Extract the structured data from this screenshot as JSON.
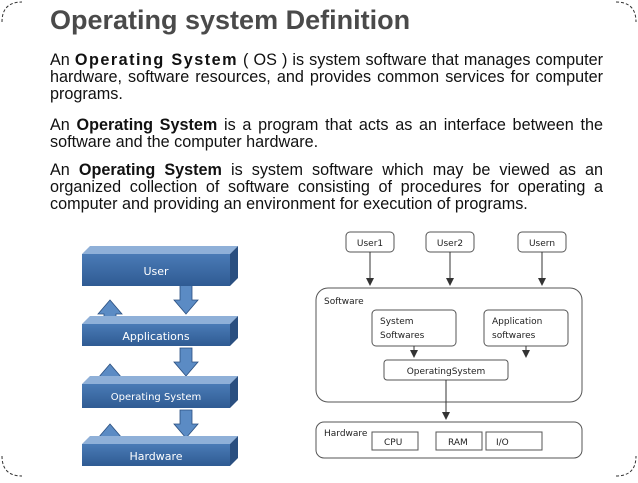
{
  "slide": {
    "title": "Operating system Definition",
    "paragraphs": [
      {
        "before": "An ",
        "bold": "Operating System",
        "after": " ( OS ) is system software that manages computer hardware, software resources, and provides common services for computer programs."
      },
      {
        "before": "An ",
        "bold": "Operating System",
        "after": " is a program that acts as an interface between the software and the computer hardware."
      },
      {
        "before": "An ",
        "bold": "Operating System",
        "after": " is system software which may be viewed as an organized collection of software consisting of procedures for operating a computer and providing an environment for execution of programs."
      }
    ]
  },
  "stack_diagram": {
    "layers": [
      "User",
      "Applications",
      "Operating System",
      "Hardware"
    ],
    "colors": {
      "face": "#3f6fa9",
      "top": "#7fa2cf",
      "side": "#2a4f80",
      "arrow": "#4f7fb8"
    }
  },
  "flow_diagram": {
    "users": [
      "User1",
      "User2",
      "Usern"
    ],
    "software_label": "Software",
    "system_softwares": [
      "System",
      "Softwares"
    ],
    "application_softwares": [
      "Application",
      "softwares"
    ],
    "operating_system": "OperatingSystem",
    "hardware_label": "Hardware",
    "hardware_items": [
      "CPU",
      "RAM",
      "I/O"
    ]
  }
}
